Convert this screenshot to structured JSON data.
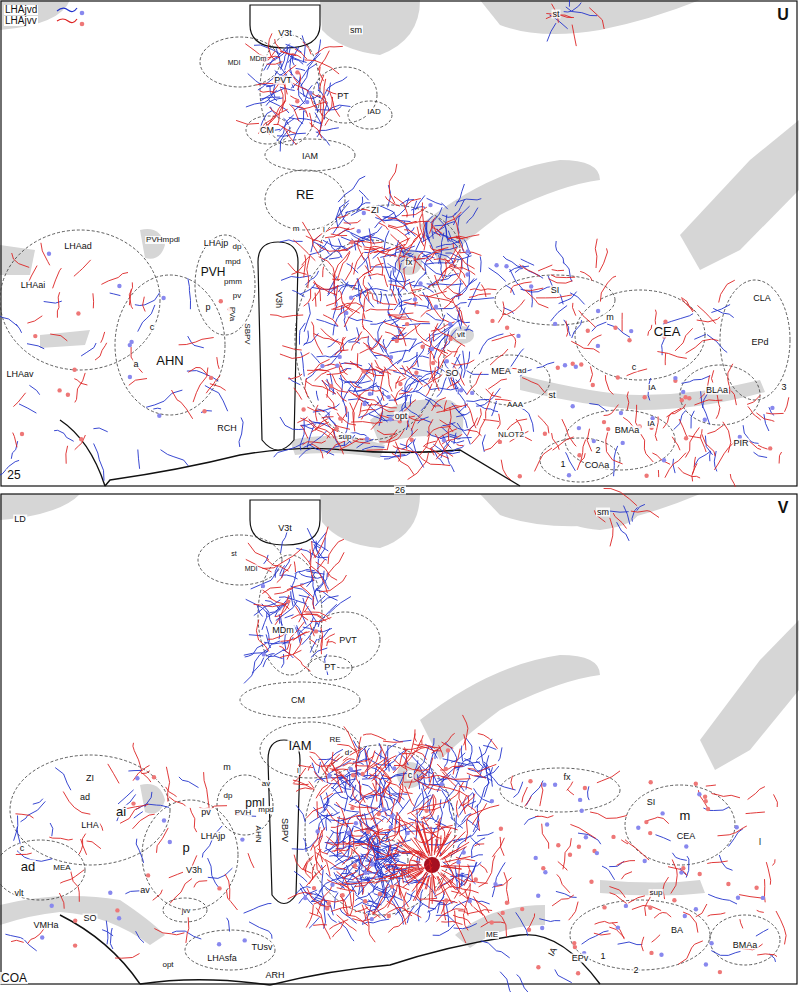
{
  "diagram": {
    "labels": [
      "U",
      "V3t",
      "sm",
      "st",
      "MDl",
      "MDm",
      "PVT",
      "PT",
      "IAD",
      "CM",
      "IAM",
      "RE",
      "m",
      "l",
      "ZI",
      "LHAad",
      "PVHmpdl",
      "LHAjp",
      "dp",
      "mpd",
      "PVH",
      "pmm",
      "pv",
      "p",
      "PVa",
      "SBPV",
      "LHAai",
      "c",
      "LHAav",
      "AHN",
      "a",
      "V3h",
      "fx",
      "SI",
      "CLA",
      "m",
      "CEA",
      "EPd",
      "vlt",
      "c",
      "MEA",
      "ad",
      "SO",
      "st",
      "IA",
      "BLAa",
      "3",
      "AAA",
      "BMAa",
      "IA",
      "RCH",
      "sup",
      "opt",
      "NLOT2",
      "2",
      "PIR",
      "1",
      "COAa",
      "25",
      "V",
      "LD",
      "V3t",
      "sm",
      "st",
      "MDl",
      "MDm",
      "PVT",
      "PT",
      "CM",
      "IAM",
      "RE",
      "d",
      "l",
      "m",
      "ZI",
      "ad",
      "ai",
      "LHA",
      "av",
      "dp",
      "pml",
      "PVH",
      "mpd",
      "pv",
      "LHAjp",
      "p",
      "AHN",
      "SBPV",
      "V3h",
      "c",
      "fx",
      "SI",
      "m",
      "CEA",
      "l",
      "c",
      "ad",
      "MEA",
      "vlt",
      "av",
      "jvv",
      "VMHa",
      "SO",
      "opt",
      "LHAsfa",
      "TUsv",
      "ARH",
      "ME",
      "sup",
      "IA",
      "BA",
      "BMAa",
      "EPv",
      "1",
      "2",
      "COA",
      "26"
    ],
    "legend": [
      {
        "text": "LHAjvd"
      },
      {
        "text": "LHAjvv"
      }
    ]
  }
}
